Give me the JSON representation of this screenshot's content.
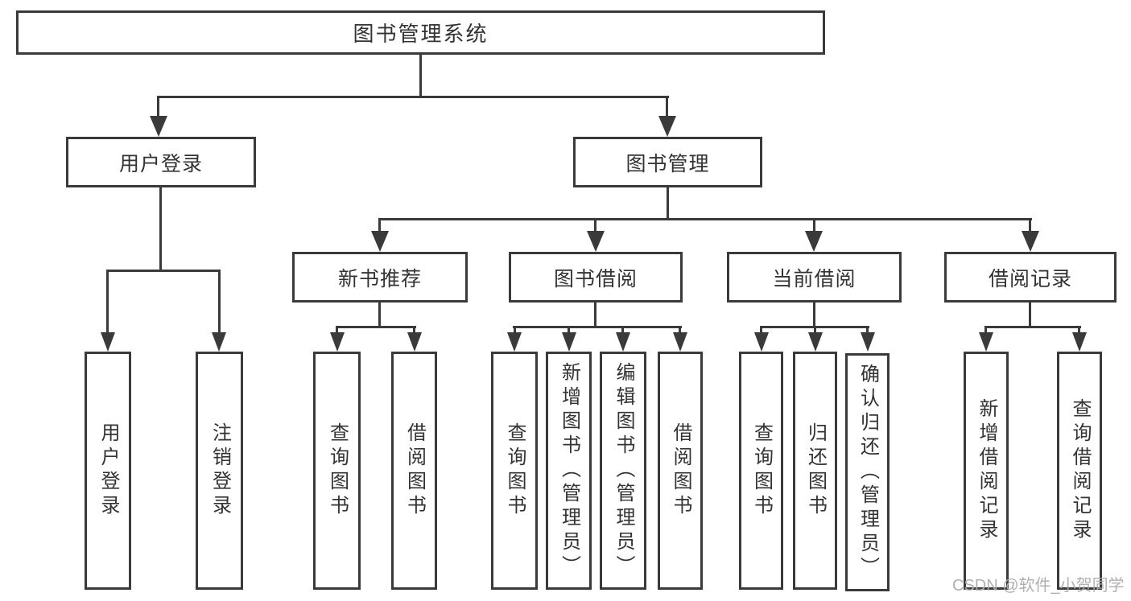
{
  "diagram_title": "图书管理系统",
  "tree": {
    "root": "图书管理系统",
    "branches": [
      {
        "label": "用户登录",
        "children": [
          "用户登录",
          "注销登录"
        ]
      },
      {
        "label": "图书管理",
        "sections": [
          {
            "label": "新书推荐",
            "children": [
              "查询图书",
              "借阅图书"
            ]
          },
          {
            "label": "图书借阅",
            "children": [
              "查询图书",
              "新增图书（管理员）",
              "编辑图书（管理员）",
              "借阅图书"
            ]
          },
          {
            "label": "当前借阅",
            "children": [
              "查询图书",
              "归还图书",
              "确认归还（管理员）"
            ]
          },
          {
            "label": "借阅记录",
            "children": [
              "新增借阅记录",
              "查询借阅记录"
            ]
          }
        ]
      }
    ]
  },
  "watermark": "CSDN @软件_小贺同学",
  "colors": {
    "line": "#3a3a3a",
    "text": "#333333",
    "background": "#ffffff",
    "watermark": "#acacac"
  }
}
